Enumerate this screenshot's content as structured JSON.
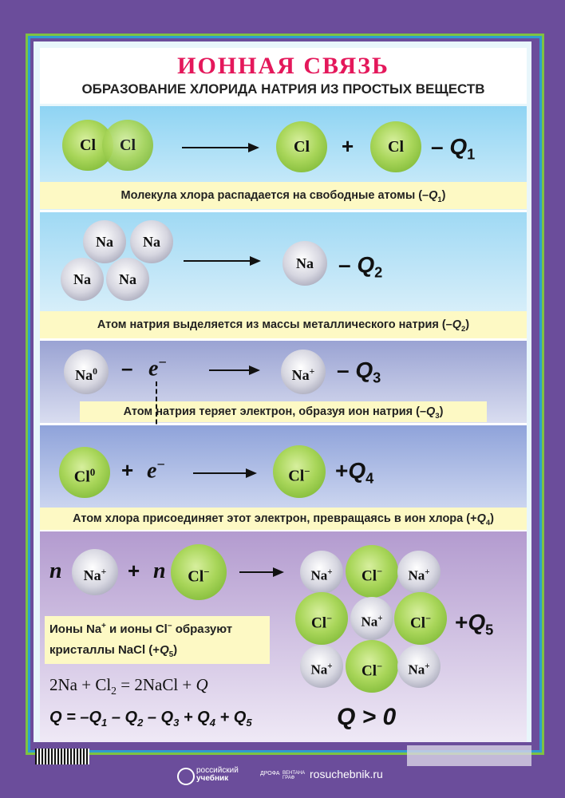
{
  "header": {
    "title": "ИОННАЯ СВЯЗЬ",
    "subtitle": "ОБРАЗОВАНИЕ ХЛОРИДА НАТРИЯ ИЗ ПРОСТЫХ ВЕЩЕСТВ"
  },
  "symbols": {
    "cl": "Cl",
    "na": "Na",
    "e": "e",
    "n": "n",
    "plus": "+",
    "minus": "–",
    "minus_sign": "−",
    "zero": "0",
    "plus_sign": "+",
    "q": "Q",
    "one": "1",
    "two": "2",
    "three": "3",
    "four": "4",
    "five": "5"
  },
  "captions": {
    "c1_pre": "Молекула хлора распадается на свободные атомы (–",
    "c1_post": ")",
    "c2_pre": "Атом натрия выделяется из массы металлического натрия (–",
    "c2_post": ")",
    "c3_pre": "Атом натрия теряет электрон, образуя ион натрия (–",
    "c3_post": ")",
    "c4_pre": "Атом хлора присоединяет этот электрон, превращаясь в ион хлора (+",
    "c4_post": ")",
    "c5_a": "Ионы Na",
    "c5_b": " и ионы Cl",
    "c5_c": " образуют",
    "c5_d": "кристаллы NaCl (+",
    "c5_e": ")"
  },
  "equations": {
    "eq1_a": "2Na + Cl",
    "eq1_b": " = 2NaCl + ",
    "eq2": "Q = –Q",
    "eq2_b": "– Q",
    "eq2_c": "– Q",
    "eq2_d": "+ Q",
    "eq2_e": "+ Q",
    "gt": "Q > 0"
  },
  "footer": {
    "site": "rosuchebnik.ru",
    "brand1": "российский",
    "brand2": "учебник",
    "brand3": "ДРОФА",
    "brand4": "ВЕНТАНА ГРАФ"
  }
}
